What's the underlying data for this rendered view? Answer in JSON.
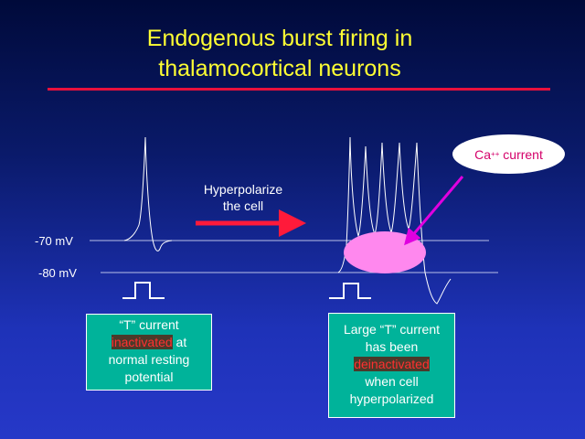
{
  "title": {
    "line1": "Endogenous burst firing in",
    "line2": "thalamocortical neurons"
  },
  "labels": {
    "v70": "-70 mV",
    "v80": "-80 mV",
    "hyper_line1": "Hyperpolarize",
    "hyper_line2": "the cell",
    "ca_main": "Ca",
    "ca_sup": "++",
    "ca_tail": " current"
  },
  "box_left": {
    "line1": "“T” current",
    "highlight": "inactivated",
    "line2_tail": " at",
    "line3": "normal resting",
    "line4": "potential"
  },
  "box_right": {
    "line1": "Large “T” current",
    "line2": "has been",
    "highlight": "deinactivated",
    "line4": "when cell",
    "line5": "hyperpolarized"
  },
  "colors": {
    "title": "#ffff33",
    "title_rule": "#e8103c",
    "arrow_red": "#ff1a3a",
    "arrow_magenta": "#e000e0",
    "ellipse": "#ff88ee",
    "box_fill": "#00b39a",
    "highlight_text": "#ff3030",
    "ca_text": "#d4006a"
  }
}
